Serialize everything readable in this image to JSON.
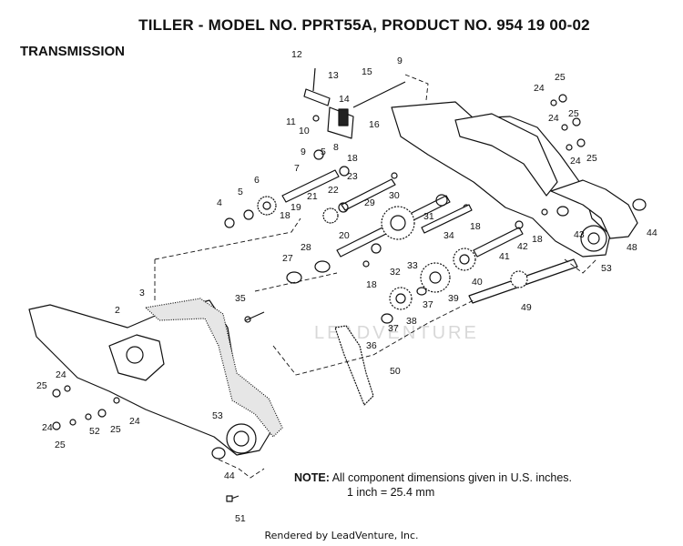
{
  "header": {
    "title": "TILLER - MODEL NO. PPRT55A, PRODUCT NO. 954 19 00-02",
    "section": "TRANSMISSION"
  },
  "note": {
    "label": "NOTE:",
    "line1": "All component dimensions given in U.S. inches.",
    "line2": "1 inch = 25.4 mm"
  },
  "watermark": "LEADVENTURE",
  "footer": "Rendered by LeadVenture, Inc.",
  "callouts": [
    {
      "id": "c12a",
      "text": "12"
    },
    {
      "id": "c13",
      "text": "13"
    },
    {
      "id": "c15",
      "text": "15"
    },
    {
      "id": "c9a",
      "text": "9"
    },
    {
      "id": "c14",
      "text": "14"
    },
    {
      "id": "c11",
      "text": "11"
    },
    {
      "id": "c10",
      "text": "10"
    },
    {
      "id": "c16",
      "text": "16"
    },
    {
      "id": "c9b",
      "text": "9"
    },
    {
      "id": "c5a",
      "text": "5"
    },
    {
      "id": "c8",
      "text": "8"
    },
    {
      "id": "c7",
      "text": "7"
    },
    {
      "id": "c18a",
      "text": "18"
    },
    {
      "id": "c23",
      "text": "23"
    },
    {
      "id": "c6",
      "text": "6"
    },
    {
      "id": "c5b",
      "text": "5"
    },
    {
      "id": "c4",
      "text": "4"
    },
    {
      "id": "c22",
      "text": "22"
    },
    {
      "id": "c21",
      "text": "21"
    },
    {
      "id": "c19",
      "text": "19"
    },
    {
      "id": "c18b",
      "text": "18"
    },
    {
      "id": "c20",
      "text": "20"
    },
    {
      "id": "c30",
      "text": "30"
    },
    {
      "id": "c29",
      "text": "29"
    },
    {
      "id": "c31",
      "text": "31"
    },
    {
      "id": "c18c",
      "text": "18"
    },
    {
      "id": "c34",
      "text": "34"
    },
    {
      "id": "c33",
      "text": "33"
    },
    {
      "id": "c27",
      "text": "27"
    },
    {
      "id": "c28",
      "text": "28"
    },
    {
      "id": "c32",
      "text": "32"
    },
    {
      "id": "c18d",
      "text": "18"
    },
    {
      "id": "c24a",
      "text": "24"
    },
    {
      "id": "c25a",
      "text": "25"
    },
    {
      "id": "c25b",
      "text": "25"
    },
    {
      "id": "c24b",
      "text": "24"
    },
    {
      "id": "c24c",
      "text": "24"
    },
    {
      "id": "c25c",
      "text": "25"
    },
    {
      "id": "c44a",
      "text": "44"
    },
    {
      "id": "c48",
      "text": "48"
    },
    {
      "id": "c43",
      "text": "43"
    },
    {
      "id": "c42",
      "text": "42"
    },
    {
      "id": "c18e",
      "text": "18"
    },
    {
      "id": "c41",
      "text": "41"
    },
    {
      "id": "c53a",
      "text": "53"
    },
    {
      "id": "c40",
      "text": "40"
    },
    {
      "id": "c39",
      "text": "39"
    },
    {
      "id": "c37a",
      "text": "37"
    },
    {
      "id": "c49",
      "text": "49"
    },
    {
      "id": "c38",
      "text": "38"
    },
    {
      "id": "c37b",
      "text": "37"
    },
    {
      "id": "c36",
      "text": "36"
    },
    {
      "id": "c3",
      "text": "3"
    },
    {
      "id": "c2",
      "text": "2"
    },
    {
      "id": "c35",
      "text": "35"
    },
    {
      "id": "c50",
      "text": "50"
    },
    {
      "id": "c25d",
      "text": "25"
    },
    {
      "id": "c24d",
      "text": "24"
    },
    {
      "id": "c53b",
      "text": "53"
    },
    {
      "id": "c24e",
      "text": "24"
    },
    {
      "id": "c52",
      "text": "52"
    },
    {
      "id": "c25e",
      "text": "25"
    },
    {
      "id": "c24f",
      "text": "24"
    },
    {
      "id": "c25f",
      "text": "25"
    },
    {
      "id": "c44b",
      "text": "44"
    },
    {
      "id": "c51",
      "text": "51"
    }
  ]
}
